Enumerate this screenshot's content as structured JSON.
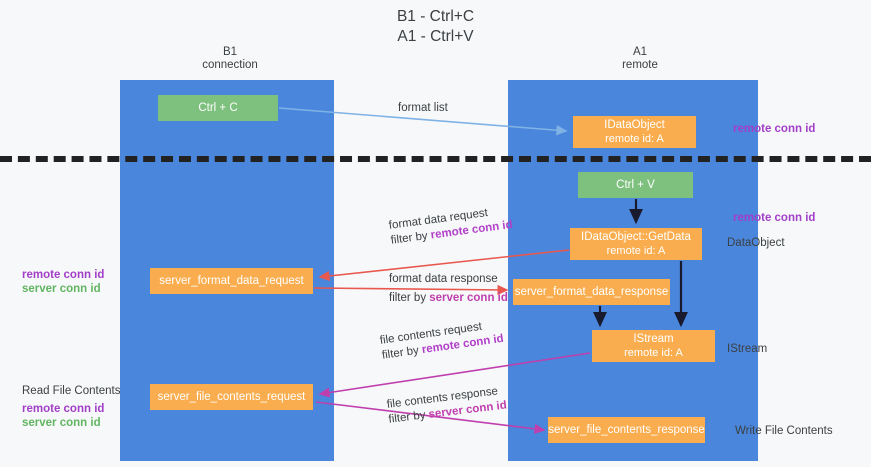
{
  "title": {
    "line1": "B1 - Ctrl+C",
    "line2": "A1 - Ctrl+V"
  },
  "columns": [
    {
      "name": "B1",
      "sub": "connection",
      "color": "#4a86dc"
    },
    {
      "name": "A1",
      "sub": "remote",
      "color": "#4a86dc"
    }
  ],
  "colors": {
    "band": "#4a86dc",
    "green_node": "#7ec07e",
    "orange_node": "#f9ad4e",
    "remote_conn_id": "#a23fc9",
    "server_conn_id": "#62b562",
    "divider": "#222222",
    "arrow_blue": "#7fb2e5",
    "arrow_red": "#e8584f",
    "arrow_magenta": "#c03fae",
    "arrow_dark": "#1a1a2e",
    "background": "#f7f8f9",
    "text": "#3c4043"
  },
  "nodes": [
    {
      "id": "ctrl_c",
      "label": "Ctrl + C",
      "sub": "",
      "style": "green"
    },
    {
      "id": "idataobject",
      "label": "IDataObject",
      "sub": "remote id: A",
      "style": "orange"
    },
    {
      "id": "ctrl_v",
      "label": "Ctrl + V",
      "sub": "",
      "style": "green"
    },
    {
      "id": "getdata",
      "label": "IDataObject::GetData",
      "sub": "remote id: A",
      "style": "orange"
    },
    {
      "id": "server_format_data_request",
      "label": "server_format_data_request",
      "sub": "",
      "style": "orange"
    },
    {
      "id": "server_format_data_response",
      "label": "server_format_data_response",
      "sub": "",
      "style": "orange"
    },
    {
      "id": "istream",
      "label": "IStream",
      "sub": "remote id: A",
      "style": "orange"
    },
    {
      "id": "server_file_contents_request",
      "label": "server_file_contents_request",
      "sub": "",
      "style": "orange"
    },
    {
      "id": "server_file_contents_response",
      "label": "server_file_contents_response",
      "sub": "",
      "style": "orange"
    }
  ],
  "edge_labels": {
    "format_list": "format list",
    "format_data_request": "format data request",
    "format_data_request_filter_prefix": "filter by ",
    "format_data_request_filter_key": "remote conn id",
    "format_data_response": "format data response",
    "format_data_response_filter_prefix": "filter by ",
    "format_data_response_filter_key": "server conn id",
    "file_contents_request": "file contents request",
    "file_contents_request_filter_prefix": "filter by ",
    "file_contents_request_filter_key": "remote conn id",
    "file_contents_response": "file contents response",
    "file_contents_response_filter_prefix": "filter by ",
    "file_contents_response_filter_key": "server conn id"
  },
  "annotations": {
    "remote_conn_id_top": "remote conn id",
    "remote_conn_id_mid": "remote conn id",
    "dataobject": "DataObject",
    "istream": "IStream",
    "write_file_contents": "Write File Contents",
    "read_file_contents": "Read File Contents",
    "left_mid_remote": "remote conn id",
    "left_mid_server": "server conn id",
    "left_bot_remote": "remote conn id",
    "left_bot_server": "server conn id"
  }
}
